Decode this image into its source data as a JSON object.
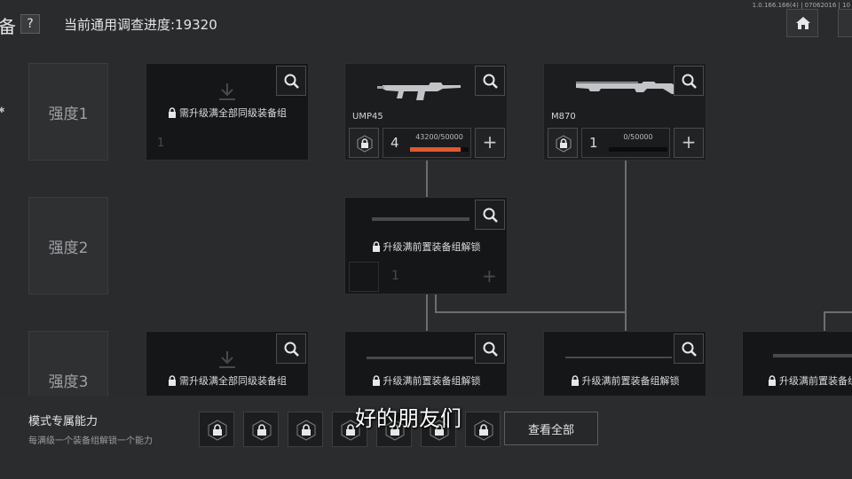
{
  "header": {
    "title_fragment": "备",
    "help_label": "?",
    "progress_text": "当前通用调查进度:19320",
    "version_text": "1.0.166.166(4) | 07062016 | 10"
  },
  "tiers": [
    {
      "label": "强度1"
    },
    {
      "label": "强度2"
    },
    {
      "label": "强度3"
    }
  ],
  "cards": {
    "ump45": {
      "name": "UMP45",
      "level": "4",
      "xp_text": "43200/50000",
      "xp_progress": 0.864,
      "plus": "+"
    },
    "m870": {
      "name": "M870",
      "level": "1",
      "xp_text": "0/50000",
      "xp_progress": 0.0,
      "plus": "+"
    },
    "tier1_locked": {
      "lock_message": "需升级满全部同级装备组",
      "ghost_level": "1"
    },
    "tier2_locked": {
      "lock_message": "升级满前置装备组解锁",
      "ghost_level": "1",
      "plus": "+"
    },
    "tier3_a": {
      "lock_message": "需升级满全部同级装备组"
    },
    "tier3_b": {
      "lock_message": "升级满前置装备组解锁"
    },
    "tier3_c": {
      "lock_message": "升级满前置装备组解锁"
    },
    "tier3_d": {
      "lock_message": "升级满前置装备组解锁"
    }
  },
  "ability": {
    "title": "模式专属能力",
    "subtitle": "每满级一个装备组解锁一个能力",
    "view_all_label": "查看全部"
  },
  "caption": "好的朋友们",
  "colors": {
    "xp_fill": "#e0582f",
    "background": "#2a2b2c"
  }
}
